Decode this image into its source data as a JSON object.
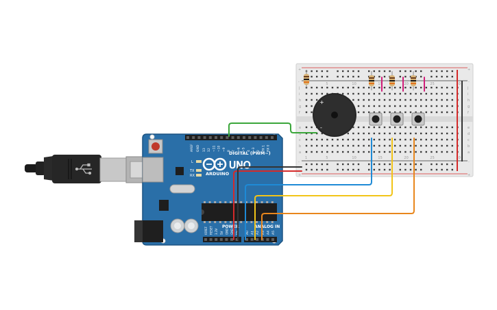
{
  "board": {
    "brand_label": "UNO",
    "maker_label": "ARDUINO",
    "digital_header_label": "DIGITAL (PWM~)",
    "power_header_label": "POWER",
    "analog_header_label": "ANALOG IN",
    "tx_label": "TX",
    "rx_label": "RX",
    "l_label": "L",
    "aref_label": "AREF",
    "gnd_label": "GND",
    "digital_pins": [
      "13",
      "12",
      "~11",
      "~10",
      "~9",
      "8",
      "7",
      "~6",
      "~5",
      "4",
      "~3",
      "2",
      "TX 1",
      "RX 0"
    ],
    "power_pins": [
      "IOREF",
      "RESET",
      "3.3V",
      "5V",
      "GND",
      "GND",
      "Vin"
    ],
    "analog_pins": [
      "A0",
      "A1",
      "A2",
      "A3",
      "A4",
      "A5"
    ],
    "color": "#2a6fa8"
  },
  "breadboard": {
    "row_letters_top": [
      "j",
      "i",
      "h",
      "g",
      "f"
    ],
    "row_letters_bottom": [
      "e",
      "d",
      "c",
      "b",
      "a"
    ],
    "column_numbers": [
      "1",
      "5",
      "10",
      "15",
      "20",
      "25",
      "30"
    ],
    "rail_plus": "+",
    "rail_minus": "-"
  },
  "components": {
    "buzzer_plus": "+",
    "buzzer_minus": "-",
    "resistor_count": 4,
    "button_count": 3
  },
  "wire_colors": {
    "green": "#3aa63a",
    "red": "#d42a2a",
    "black": "#333333",
    "blue": "#1e8ad6",
    "yellow": "#f2c417",
    "orange": "#e8861c",
    "magenta": "#d11e7a"
  }
}
